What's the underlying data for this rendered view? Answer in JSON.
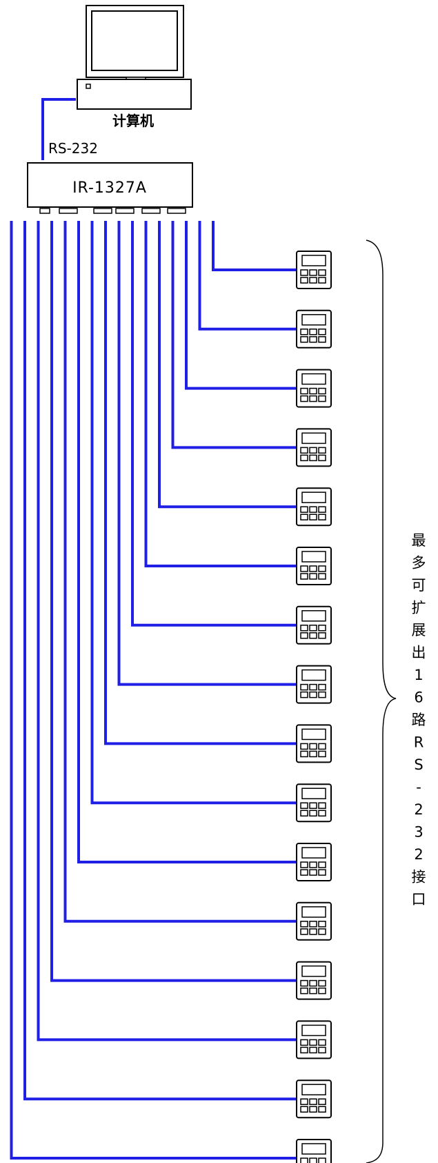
{
  "computer": {
    "label": "计算机"
  },
  "link": {
    "label": "RS-232"
  },
  "converter": {
    "label": "IR-1327A"
  },
  "expansion": {
    "vertical_label": [
      "最",
      "多",
      "可",
      "扩",
      "展",
      "出",
      "1",
      "6",
      "路",
      "R",
      "S",
      "-",
      "2",
      "3",
      "2",
      "接",
      "口"
    ]
  },
  "terminals": {
    "count": 16,
    "icon": "keypad-terminal-icon"
  },
  "colors": {
    "cable": "#1f1fe6",
    "outline": "#000000",
    "background": "#ffffff"
  }
}
